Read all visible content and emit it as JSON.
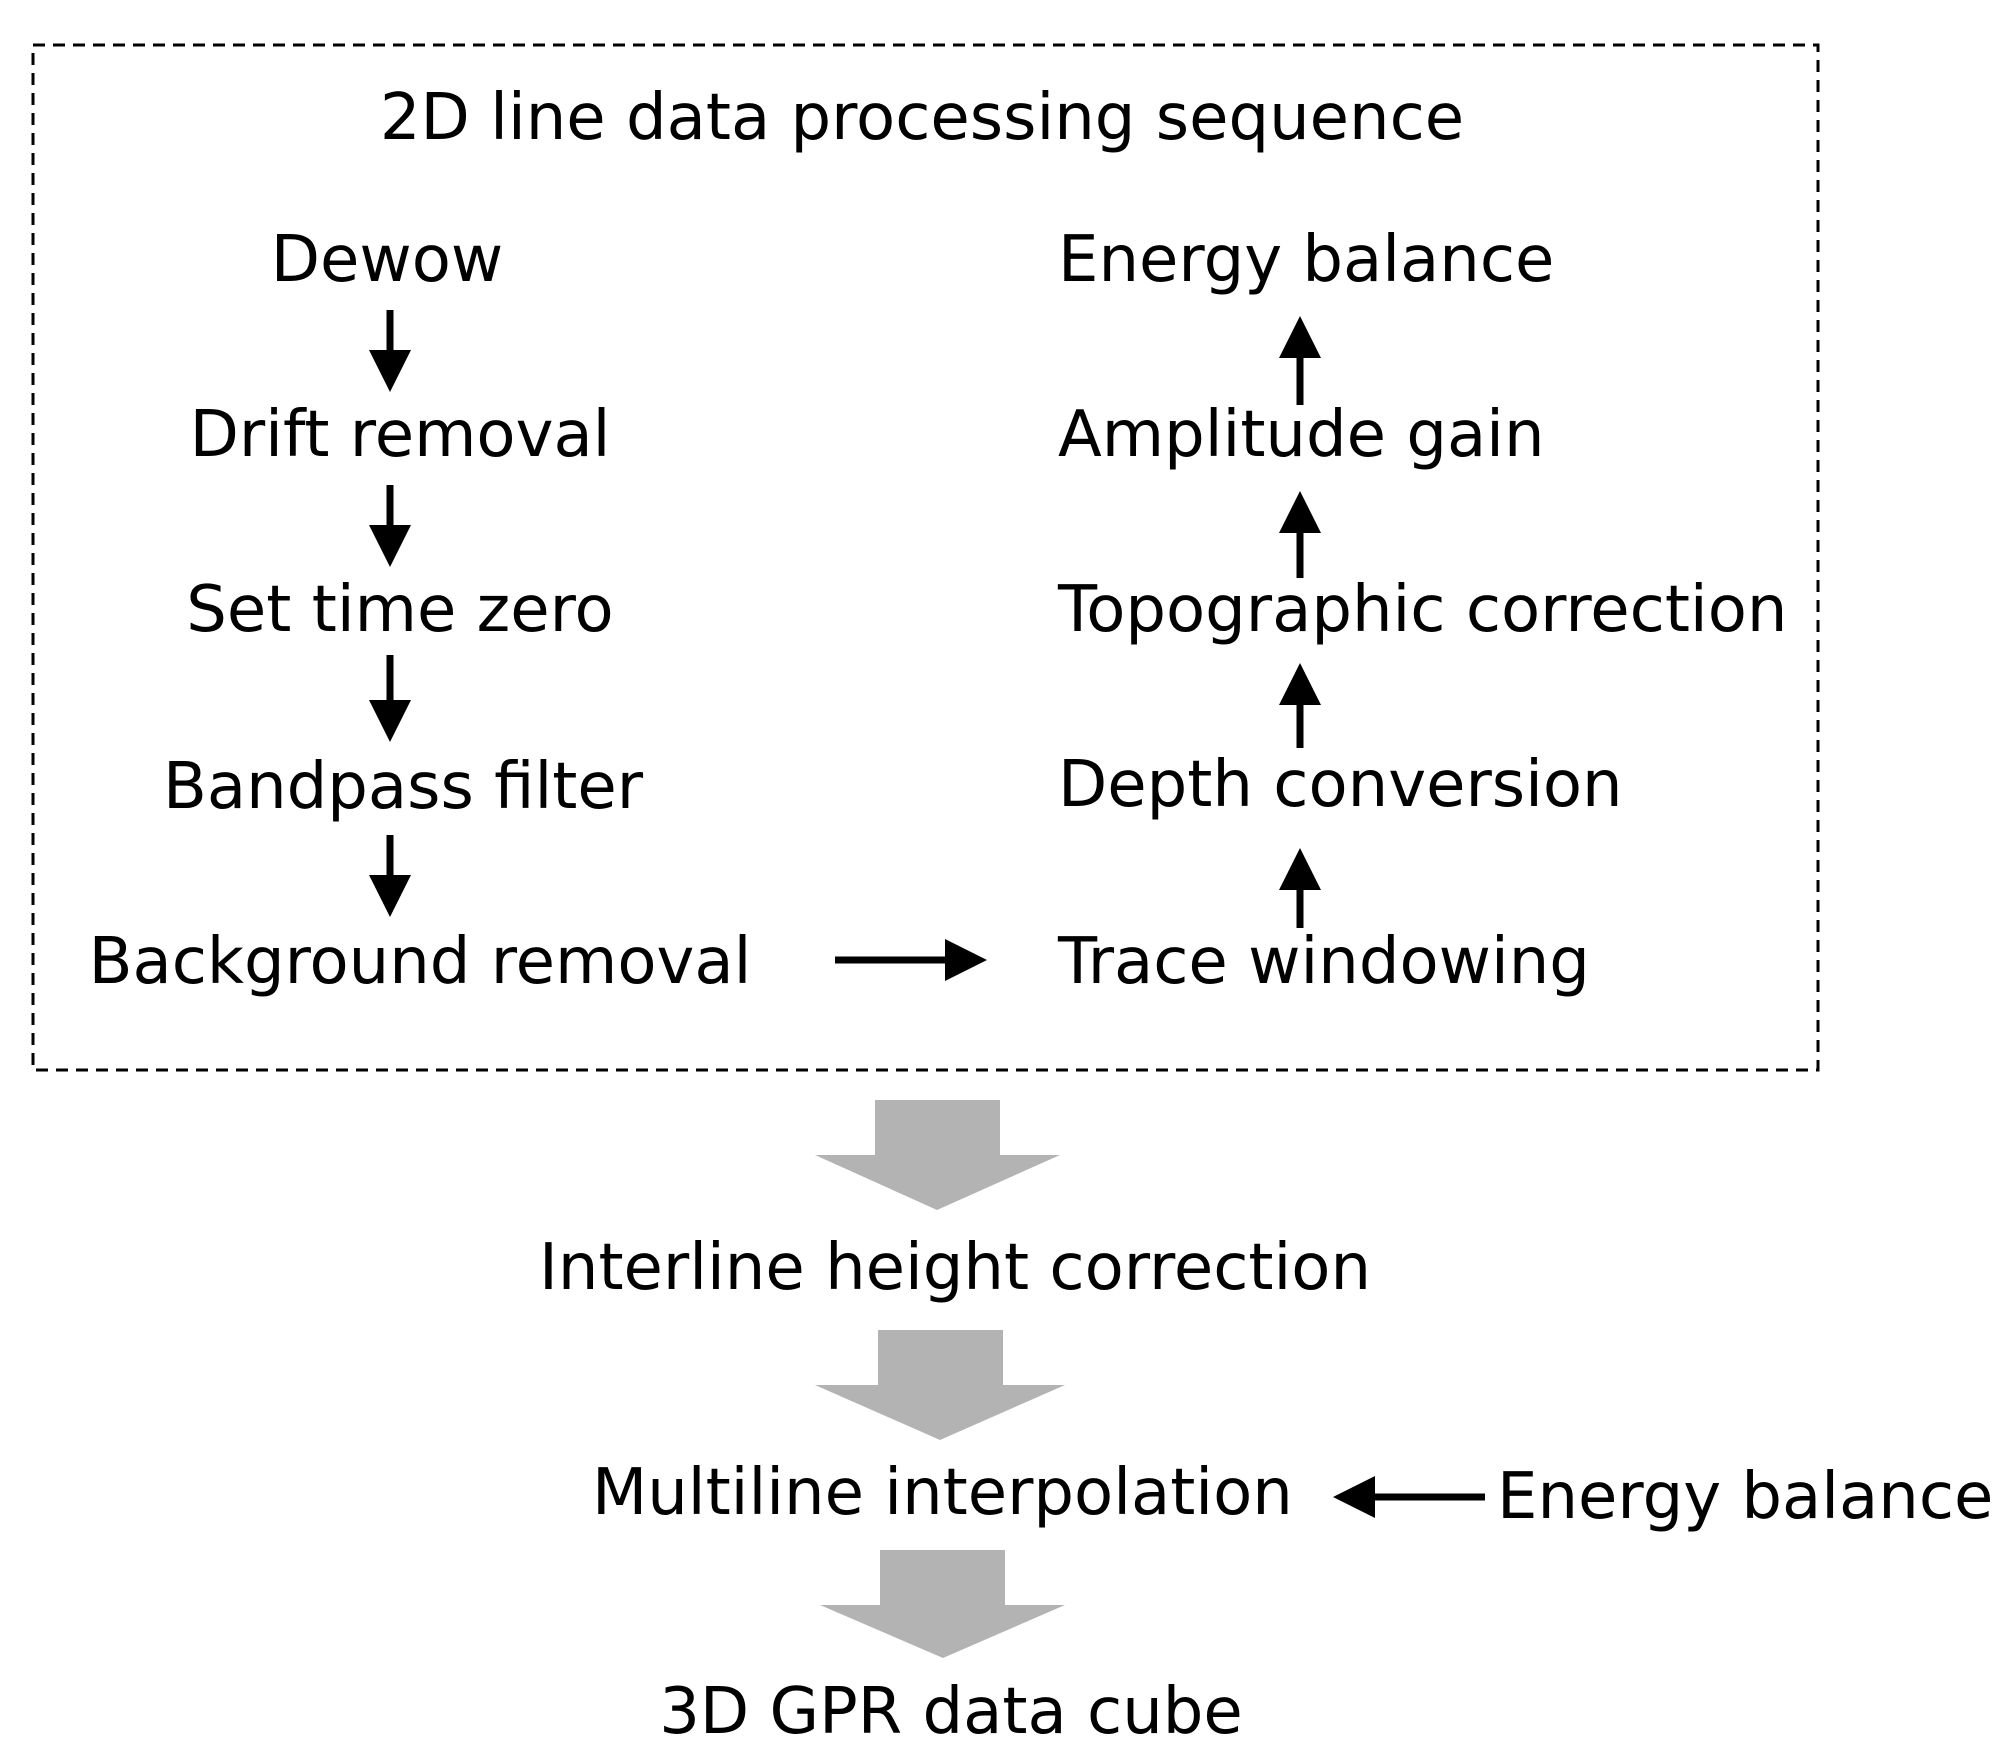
{
  "title": "2D line data processing sequence",
  "left_steps": [
    "Dewow",
    "Drift removal",
    "Set time zero",
    "Bandpass filter",
    "Background removal"
  ],
  "right_steps": [
    "Trace windowing",
    "Depth conversion",
    "Topographic correction",
    "Amplitude gain",
    "Energy balance"
  ],
  "post_steps": [
    "Interline height correction",
    "Multiline interpolation",
    "3D GPR data cube"
  ],
  "side_input": "Energy balance",
  "colors": {
    "text": "#000000",
    "big_arrow": "#b3b3b3",
    "box_border": "#000000"
  }
}
